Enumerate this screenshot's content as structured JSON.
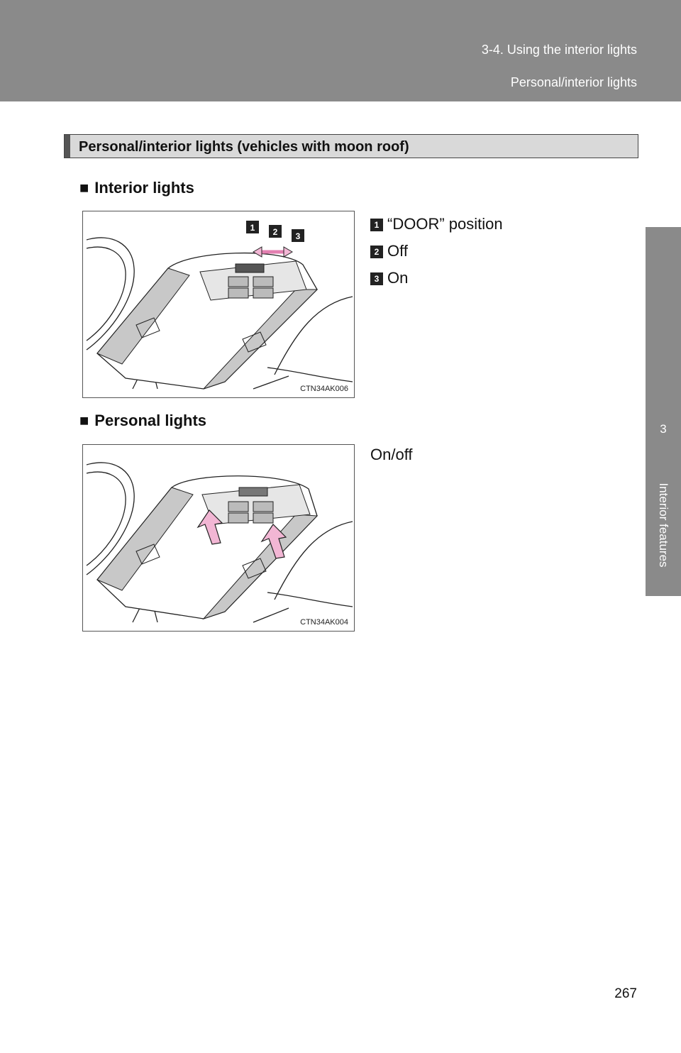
{
  "header": {
    "chapter": "3-4. Using the interior lights",
    "subsection": "Personal/interior lights"
  },
  "side_tab": {
    "number": "3",
    "label": "Interior features"
  },
  "section": {
    "title": "Personal/interior lights (vehicles with moon roof)"
  },
  "interior": {
    "heading": "Interior lights",
    "bullet": "■",
    "figure_code": "CTN34AK006",
    "items": [
      {
        "badge": "1",
        "label": "“DOOR” position"
      },
      {
        "badge": "2",
        "label": "Off"
      },
      {
        "badge": "3",
        "label": "On"
      }
    ]
  },
  "personal": {
    "heading": "Personal lights",
    "bullet": "■",
    "figure_code": "CTN34AK004",
    "caption": "On/off"
  },
  "page_number": "267",
  "colors": {
    "header_bg": "#8a8a8a",
    "console_gray": "#c8c8c8",
    "arrow_pink": "#f2b6d4"
  }
}
